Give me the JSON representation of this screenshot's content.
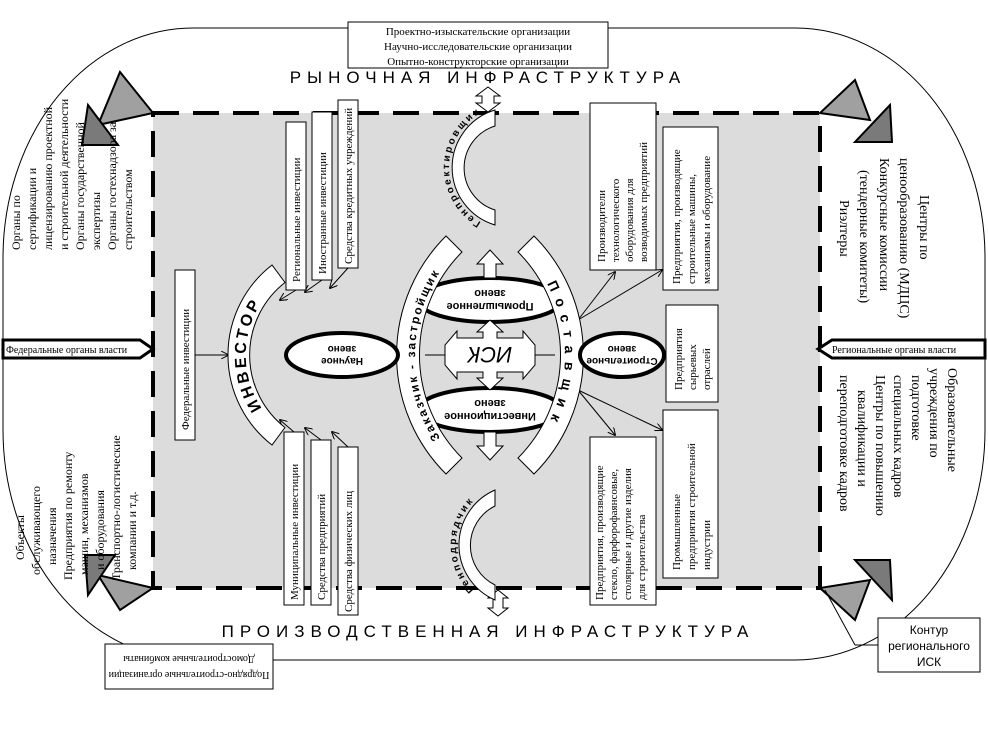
{
  "top_box": [
    "Проектно-изыскательские организации",
    "Научно-исследовательские организации",
    "Опытно-конструкторские организации"
  ],
  "market_infrastructure": "РЫНОЧНАЯ ИНФРАСТРУКТУРА",
  "production_infrastructure": "ПРОИЗВОДСТВЕННАЯ ИНФРАСТРУКТУРА",
  "bottom_box": [
    "Подрядно-строительные организации",
    "Домостроительные комбинаты"
  ],
  "contour_label": [
    "Контур",
    "регионального",
    "ИСК"
  ],
  "left_top_text": [
    "Органы по",
    "сертификации и",
    "лицензированию проектной",
    "и строительной деятельности",
    "Органы государственной",
    "экспертизы",
    "Органы гостехнадзора за",
    "строительством"
  ],
  "left_bottom_text": [
    "Объекты",
    "обслуживающего",
    "назначения",
    "Предприятия по ремонту",
    "машин, механизмов",
    "и оборудования",
    "Транспортно-логистические",
    "компании и т.д."
  ],
  "federal_authorities": "Федеральные органы власти",
  "regional_authorities": "Региональные органы власти",
  "right_top_text": [
    "Центры по",
    "ценообразованию (МДЦС)",
    "Конкурсные комиссии",
    "(тендерные комитеты)",
    "Риэлтеры"
  ],
  "right_bottom_text": [
    "Образовательные",
    "учреждения по",
    "подготовке",
    "специальных кадров",
    "Центры по повышению",
    "квалификации и",
    "переподготовке кадров"
  ],
  "investment_sources": {
    "federal": "Федеральные инвестиции",
    "regional": "Региональные инвестиции",
    "foreign": "Иностранные инвестиции",
    "credit": "Средства кредитных учреждений",
    "municipal": "Муниципальные инвестиции",
    "enterprise": "Средства предприятий",
    "individuals": "Средства физических лиц"
  },
  "suppliers": {
    "tech_equipment": [
      "Производители",
      "технологического",
      "оборудования для",
      "возводимых предприятий"
    ],
    "machines": [
      "Предприятия, производящие",
      "строительные машины,",
      "механизмы и оборудование"
    ],
    "raw": [
      "Предприятия",
      "сырьевых",
      "отраслей"
    ],
    "industry": [
      "Промышленные",
      "предприятия строительной",
      "индустрии"
    ],
    "glass": [
      "Предприятия, производящие",
      "стекло, фарфорофаянсовые,",
      "столярные и другие изделия",
      "для строительства"
    ]
  },
  "center": {
    "isk": "ИСК",
    "industrial_link": [
      "Промышленное",
      "звено"
    ],
    "investment_link": [
      "Инвестиционное",
      "звено"
    ],
    "science_link": [
      "Научное",
      "звено"
    ],
    "construction_link": [
      "Строительное",
      "звено"
    ]
  },
  "roles": {
    "investor": "ИНВЕСТОР",
    "customer": "Заказчик - застройщик",
    "supplier": "Поставщик",
    "general_designer": "Генпроектировщик",
    "general_contractor": "Генподрядчик"
  },
  "colors": {
    "inner_fill": "#dcdcdc",
    "triangle_light": "#a0a0a0",
    "triangle_dark": "#7a7a7a"
  }
}
